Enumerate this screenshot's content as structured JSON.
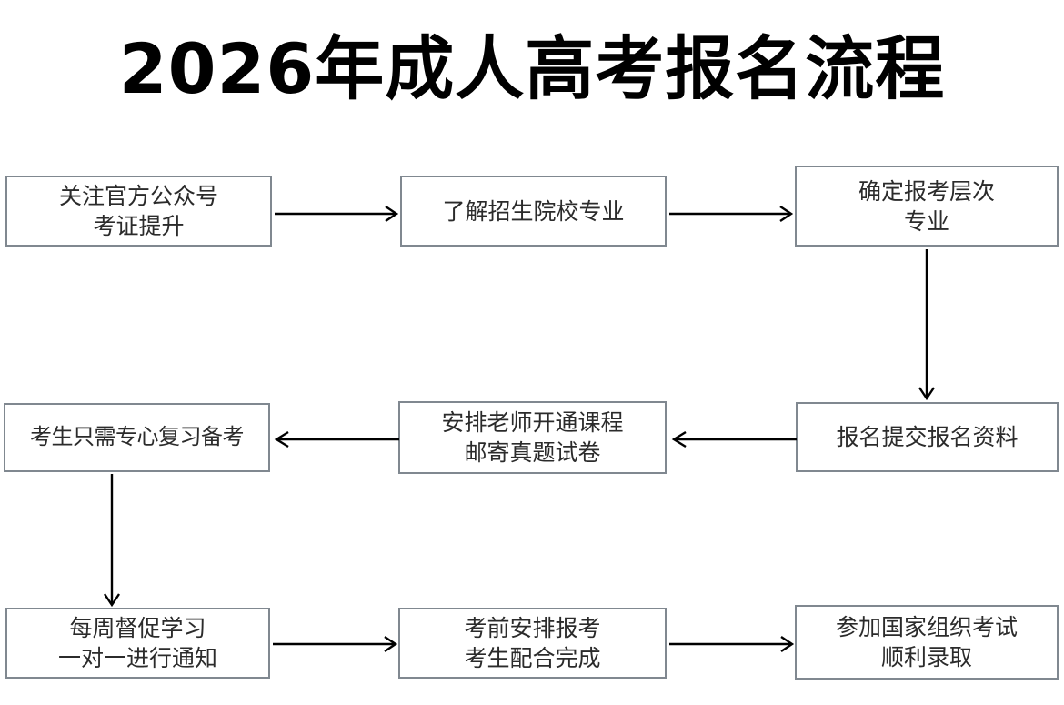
{
  "page": {
    "title": "2026年成人高考报名流程",
    "background_color": "#ffffff",
    "box_border_color": "#808890",
    "text_color": "#2b2b2b",
    "arrow_color": "#000000"
  },
  "flowchart": {
    "type": "process-flow",
    "nodes": [
      {
        "id": "n1",
        "lines": [
          "关注官方公众号",
          "考证提升"
        ],
        "row": 1,
        "col": 1
      },
      {
        "id": "n2",
        "lines": [
          "了解招生院校专业"
        ],
        "row": 1,
        "col": 2
      },
      {
        "id": "n3",
        "lines": [
          "确定报考层次",
          "专业"
        ],
        "row": 1,
        "col": 3
      },
      {
        "id": "n4",
        "lines": [
          "考生只需专心复习备考"
        ],
        "row": 2,
        "col": 1
      },
      {
        "id": "n5",
        "lines": [
          "安排老师开通课程",
          "邮寄真题试卷"
        ],
        "row": 2,
        "col": 2
      },
      {
        "id": "n6",
        "lines": [
          "报名提交报名资料"
        ],
        "row": 2,
        "col": 3
      },
      {
        "id": "n7",
        "lines": [
          "每周督促学习",
          "一对一进行通知"
        ],
        "row": 3,
        "col": 1
      },
      {
        "id": "n8",
        "lines": [
          "考前安排报考",
          "考生配合完成"
        ],
        "row": 3,
        "col": 2
      },
      {
        "id": "n9",
        "lines": [
          "参加国家组织考试",
          "顺利录取"
        ],
        "row": 3,
        "col": 3
      }
    ],
    "edges": [
      {
        "from": "n1",
        "to": "n2",
        "direction": "right"
      },
      {
        "from": "n2",
        "to": "n3",
        "direction": "right"
      },
      {
        "from": "n3",
        "to": "n6",
        "direction": "down"
      },
      {
        "from": "n6",
        "to": "n5",
        "direction": "left"
      },
      {
        "from": "n5",
        "to": "n4",
        "direction": "left"
      },
      {
        "from": "n4",
        "to": "n7",
        "direction": "down"
      },
      {
        "from": "n7",
        "to": "n8",
        "direction": "right"
      },
      {
        "from": "n8",
        "to": "n9",
        "direction": "right"
      }
    ]
  }
}
